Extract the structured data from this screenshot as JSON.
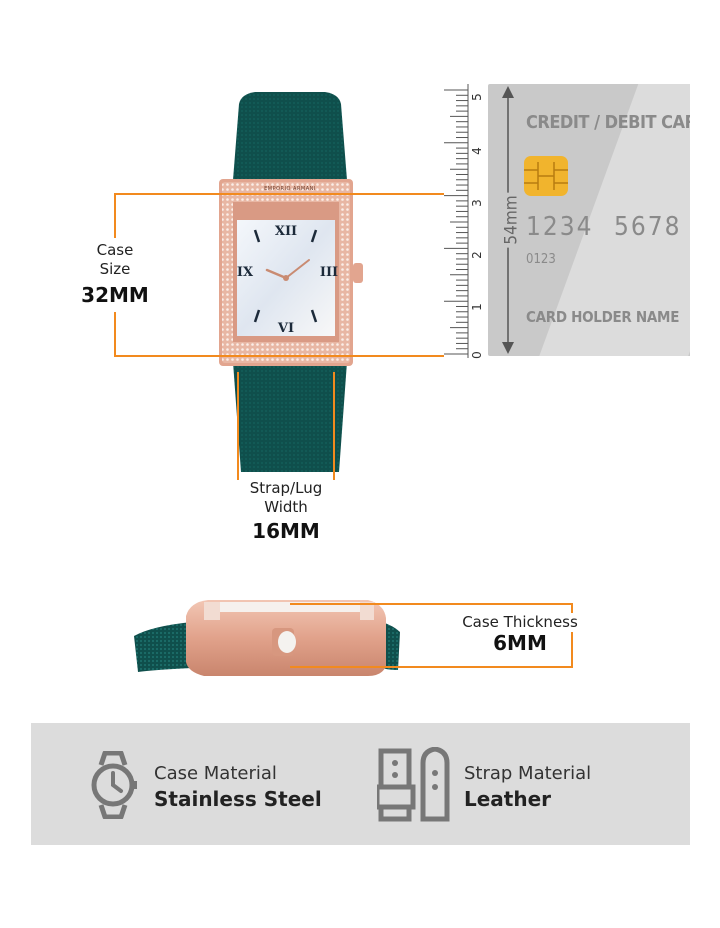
{
  "case_size": {
    "label_line1": "Case",
    "label_line2": "Size",
    "value": "32MM"
  },
  "strap_width": {
    "label_line1": "Strap/Lug",
    "label_line2": "Width",
    "value": "16MM"
  },
  "case_thickness": {
    "label": "Case Thickness",
    "value": "6MM"
  },
  "ruler": {
    "ticks": [
      "5",
      "4",
      "3",
      "2",
      "1",
      "0"
    ],
    "card_height_label": "54mm"
  },
  "card": {
    "title": "CREDIT / DEBIT CARD",
    "number_group1": "1234",
    "number_group2": "5678",
    "small_number": "0123",
    "holder": "CARD HOLDER NAME"
  },
  "watch": {
    "brand": "EMPORIO ARMANI"
  },
  "features": [
    {
      "icon": "watch-outline-icon",
      "label": "Case Material",
      "value": "Stainless Steel"
    },
    {
      "icon": "strap-icon",
      "label": "Strap Material",
      "value": "Leather"
    }
  ],
  "colors": {
    "accent_orange": "#f28a1e",
    "strap_green": "#0f4f4c",
    "rose_gold": "#e2a58f",
    "panel_grey": "#dcdcdc",
    "card_grey": "#c9c9c9"
  }
}
